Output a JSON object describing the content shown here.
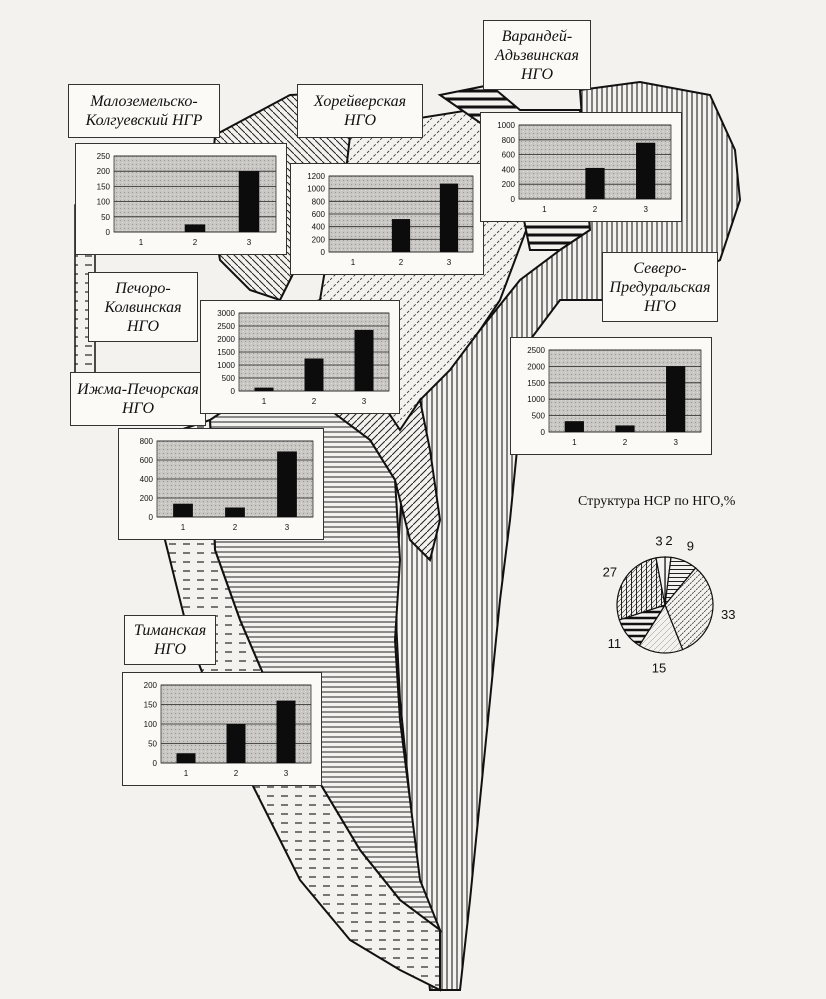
{
  "labels": {
    "malozemelsko": [
      "Малоземельско-",
      "Колгуевский НГР"
    ],
    "khoreyver": [
      "Хорейверская",
      "НГО"
    ],
    "varandey": [
      "Варандей-",
      "Адьзвинская",
      "НГО"
    ],
    "pechoro": [
      "Печоро-",
      "Колвинская",
      "НГО"
    ],
    "izhma": [
      "Ижма-Печорская",
      "НГО"
    ],
    "severo": [
      "Северо-",
      "Предуральская",
      "НГО"
    ],
    "timan": [
      "Тиманская",
      "НГО"
    ]
  },
  "pie_title": "Структура НСР по НГО,%",
  "chart_data": [
    {
      "id": "malozemelsko",
      "type": "bar",
      "categories": [
        "1",
        "2",
        "3"
      ],
      "values": [
        0,
        25,
        200
      ],
      "ylim": [
        0,
        250
      ],
      "yticks": [
        0,
        50,
        100,
        150,
        200,
        250
      ],
      "grid": true,
      "region": "Малоземельско-Колгуевский НГР"
    },
    {
      "id": "khoreyver",
      "type": "bar",
      "categories": [
        "1",
        "2",
        "3"
      ],
      "values": [
        0,
        520,
        1080
      ],
      "ylim": [
        0,
        1200
      ],
      "yticks": [
        0,
        200,
        400,
        600,
        800,
        1000,
        1200
      ],
      "grid": true,
      "region": "Хорейверская НГО"
    },
    {
      "id": "varandey",
      "type": "bar",
      "categories": [
        "1",
        "2",
        "3"
      ],
      "values": [
        0,
        420,
        760
      ],
      "ylim": [
        0,
        1000
      ],
      "yticks": [
        0,
        200,
        400,
        600,
        800,
        1000
      ],
      "grid": true,
      "region": "Варандей-Адьзвинская НГО"
    },
    {
      "id": "pechoro",
      "type": "bar",
      "categories": [
        "1",
        "2",
        "3"
      ],
      "values": [
        130,
        1250,
        2350
      ],
      "ylim": [
        0,
        3000
      ],
      "yticks": [
        0,
        500,
        1000,
        1500,
        2000,
        2500,
        3000
      ],
      "grid": true,
      "region": "Печоро-Колвинская НГО"
    },
    {
      "id": "izhma",
      "type": "bar",
      "categories": [
        "1",
        "2",
        "3"
      ],
      "values": [
        140,
        100,
        690
      ],
      "ylim": [
        0,
        800
      ],
      "yticks": [
        0,
        200,
        400,
        600,
        800
      ],
      "grid": true,
      "region": "Ижма-Печорская НГО"
    },
    {
      "id": "severo",
      "type": "bar",
      "categories": [
        "1",
        "2",
        "3"
      ],
      "values": [
        330,
        200,
        2000
      ],
      "ylim": [
        0,
        2500
      ],
      "yticks": [
        0,
        500,
        1000,
        1500,
        2000,
        2500
      ],
      "grid": true,
      "region": "Северо-Предуральская НГО"
    },
    {
      "id": "timan",
      "type": "bar",
      "categories": [
        "1",
        "2",
        "3"
      ],
      "values": [
        25,
        100,
        160
      ],
      "ylim": [
        0,
        200
      ],
      "yticks": [
        0,
        50,
        100,
        150,
        200
      ],
      "grid": true,
      "region": "Тиманская НГО"
    },
    {
      "id": "structure",
      "type": "pie",
      "title": "Структура НСР по НГО,%",
      "values": [
        2,
        9,
        33,
        15,
        11,
        27,
        3
      ],
      "labels": [
        "2",
        "9",
        "33",
        "15",
        "11",
        "27",
        "3"
      ]
    }
  ]
}
